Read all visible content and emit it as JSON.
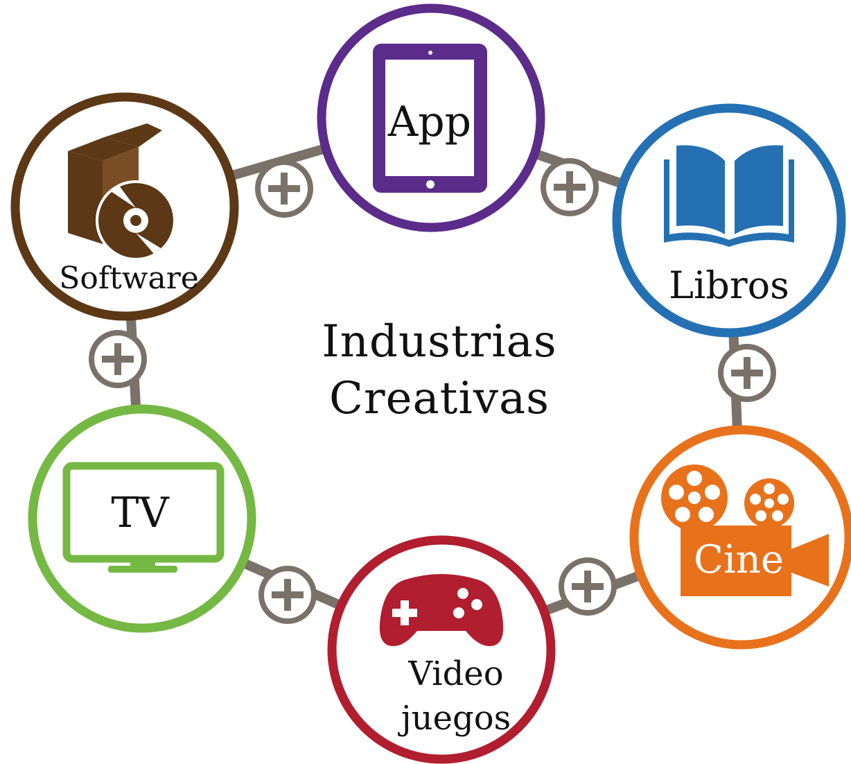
{
  "title": {
    "line1": "Industrias",
    "line2": "Creativas"
  },
  "nodes": {
    "app": {
      "label": "App",
      "color": "#5B2C8A",
      "icon": "tablet-icon"
    },
    "libros": {
      "label": "Libros",
      "color": "#2470B3",
      "icon": "open-book-icon"
    },
    "cine": {
      "label": "Cine",
      "color": "#E8711C",
      "icon": "film-camera-icon"
    },
    "videojuegos": {
      "label_line1": "Video",
      "label_line2": "juegos",
      "color": "#B01E2F",
      "icon": "gamepad-icon"
    },
    "tv": {
      "label": "TV",
      "color": "#75B843",
      "icon": "monitor-icon"
    },
    "software": {
      "label": "Software",
      "color": "#5C3816",
      "icon": "software-box-disc-icon"
    }
  },
  "connector": {
    "color": "#7A7268",
    "symbol": "plus-icon"
  }
}
